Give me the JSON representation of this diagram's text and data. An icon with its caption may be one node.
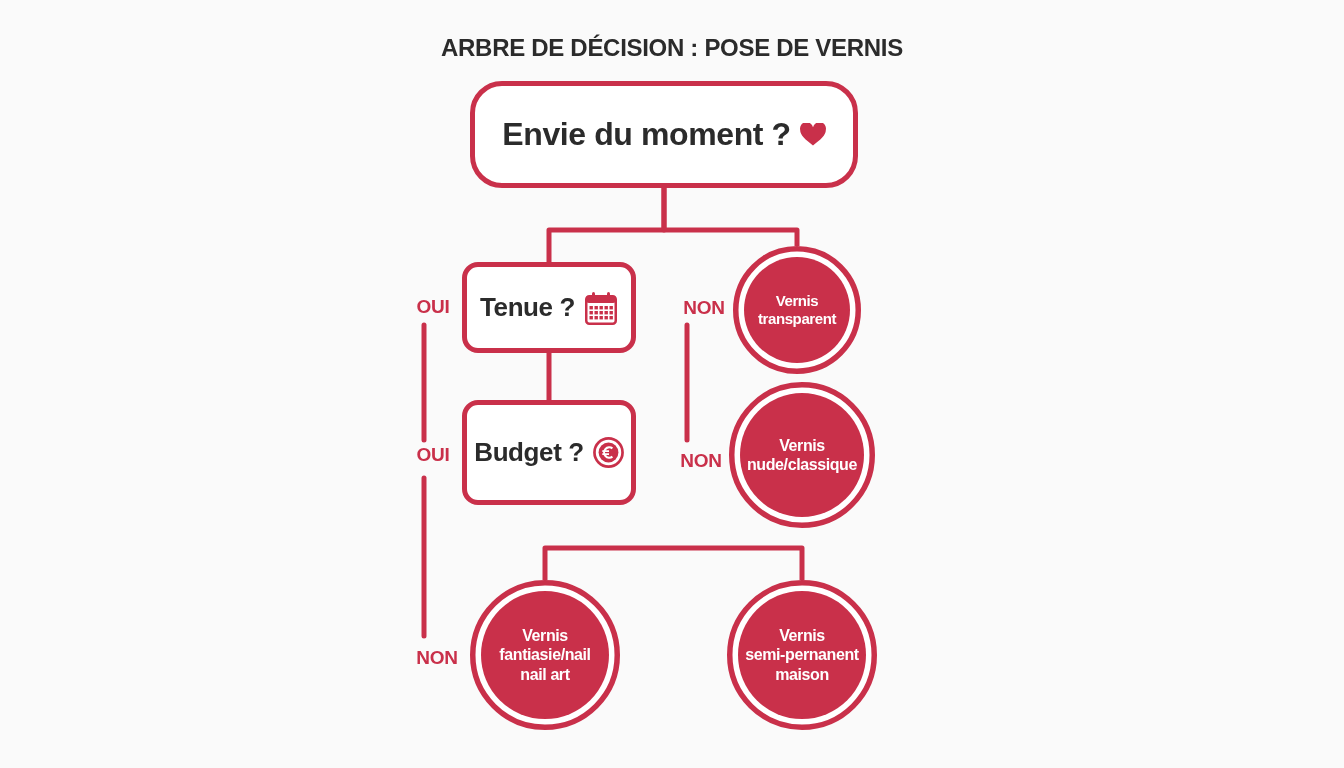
{
  "diagram": {
    "title": "ARBRE DE DÉCISION : POSE DE VERNIS",
    "nodes": [
      {
        "text": [
          "Envie du moment ?"
        ]
      },
      {
        "text": [
          "Tenue ?"
        ],
        "beside": [
          "OUI"
        ]
      },
      {
        "text": [
          "Vernis transparent"
        ],
        "beside": [
          "NON"
        ]
      },
      {
        "text": [
          "Budget ?"
        ],
        "beside": [
          "OUI"
        ]
      },
      {
        "text": [
          "Vernis nude/classique"
        ],
        "beside": [
          "NON"
        ]
      },
      {
        "text": [
          "Vernis fantiasie/nail nail art"
        ],
        "beside": [
          "NON"
        ]
      },
      {
        "text": [
          "Vernis semi-pernanent maison"
        ]
      }
    ],
    "edges": [
      {
        "from": 0,
        "to": 1,
        "arrow": "none"
      },
      {
        "from": 0,
        "to": 2,
        "arrow": "none"
      },
      {
        "from": 1,
        "to": 3,
        "arrow": "none"
      },
      {
        "from": 5,
        "to": 6,
        "arrow": "none"
      }
    ]
  }
}
